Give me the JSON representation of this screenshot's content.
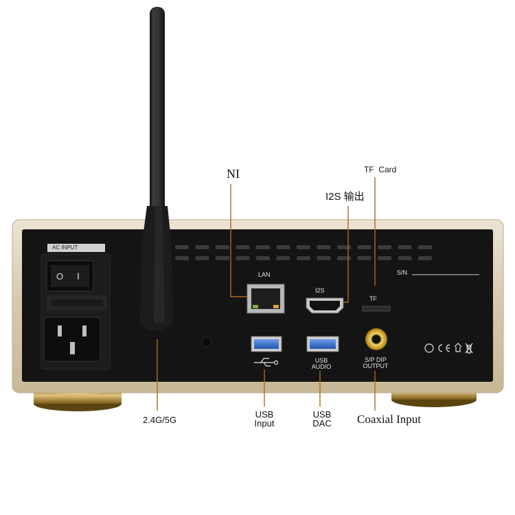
{
  "callouts": {
    "ni": "NI",
    "tf_card_tf": "TF",
    "tf_card_card": "Card",
    "i2s_output": "I2S 输出",
    "antenna": "2.4G/5G",
    "usb_input_line1": "USB",
    "usb_input_line2": "Input",
    "usb_dac_line1": "USB",
    "usb_dac_line2": "DAC",
    "coaxial_input": "Coaxial Input"
  },
  "panel_labels": {
    "ac_input": "AC INPUT",
    "lan": "LAN",
    "i2s": "I2S",
    "tf": "TF",
    "sn": "S/N",
    "usb_audio_line1": "USB",
    "usb_audio_line2": "AUDIO",
    "spdif_line1": "S/P DIP",
    "spdif_line2": "OUTPUT",
    "switch_off": "O",
    "switch_on": "I"
  },
  "colors": {
    "chassis_gold": "#d8cbb3",
    "panel_black": "#121212",
    "usb_blue": "#2f6fd0",
    "rca_gold": "#d9b23a",
    "foot_gold": "#b8902f",
    "leader_line": "#b06a1a"
  }
}
